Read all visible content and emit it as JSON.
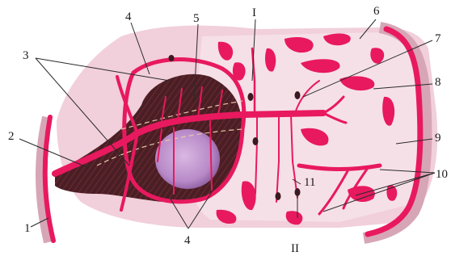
{
  "labels": {
    "l1": "1",
    "l2": "2",
    "l3": "3",
    "l4_top": "4",
    "l4_bottom": "4",
    "l5": "5",
    "l6": "6",
    "l7": "7",
    "l8": "8",
    "l9": "9",
    "l10": "10",
    "l11": "11",
    "lI": "I",
    "lII": "II"
  },
  "colors": {
    "vessel": "#e8195f",
    "background_tissue": "#f1cfdb",
    "tissue_light": "#f7e3ea",
    "dark_tissue": "#4a1e24",
    "follicle": "#c99ad6",
    "wall": "#d7a6b6"
  }
}
